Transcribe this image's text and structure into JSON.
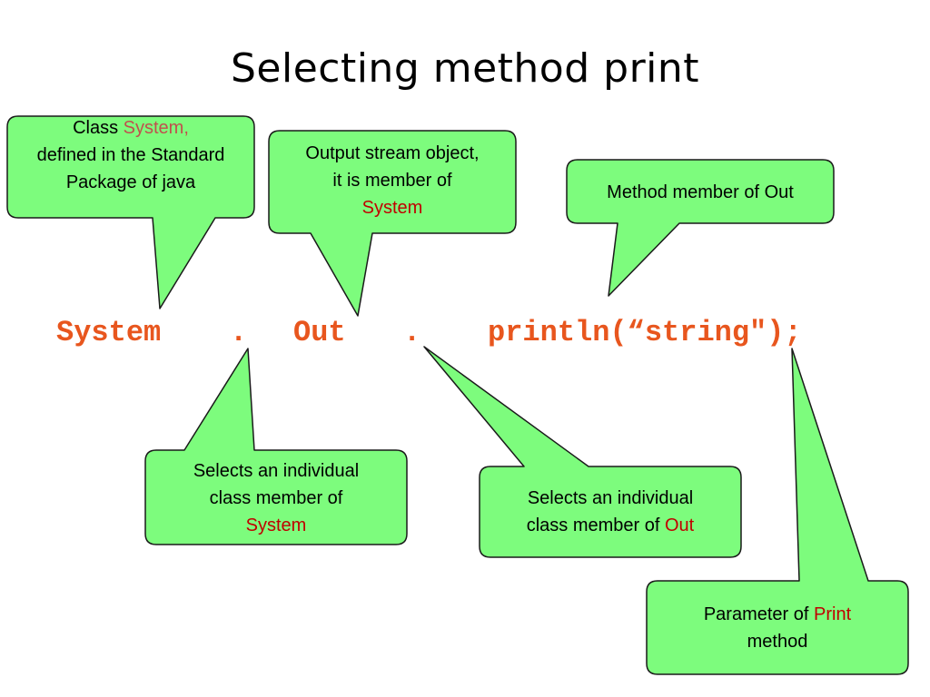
{
  "slide": {
    "title": "Selecting method print"
  },
  "code_line": {
    "class_token": "System",
    "dot_one": ".",
    "field_token": "Out",
    "dot_two": ".",
    "method_token": "println(“string\");"
  },
  "callouts": {
    "class_system": {
      "prefix": "Class ",
      "highlight": "System,",
      "rest": "defined in the Standard Package of java"
    },
    "output_stream": {
      "line1": "Output stream object,",
      "line2": "it is member of",
      "highlight": "System"
    },
    "method_member": {
      "text": "Method member of Out"
    },
    "selects_system": {
      "line1": "Selects an individual",
      "line2": "class member of",
      "highlight": "System"
    },
    "selects_out": {
      "line1": "Selects an individual",
      "line2": "class member of ",
      "highlight": "Out"
    },
    "parameter": {
      "prefix": "Parameter of ",
      "highlight": "Print",
      "rest": "method"
    }
  },
  "colors": {
    "callout_fill": "#7dfc7d",
    "callout_stroke": "#1a1a1a",
    "code_orange": "#e8561e",
    "highlight_red": "#c00000",
    "highlight_brown": "#c0504d"
  }
}
